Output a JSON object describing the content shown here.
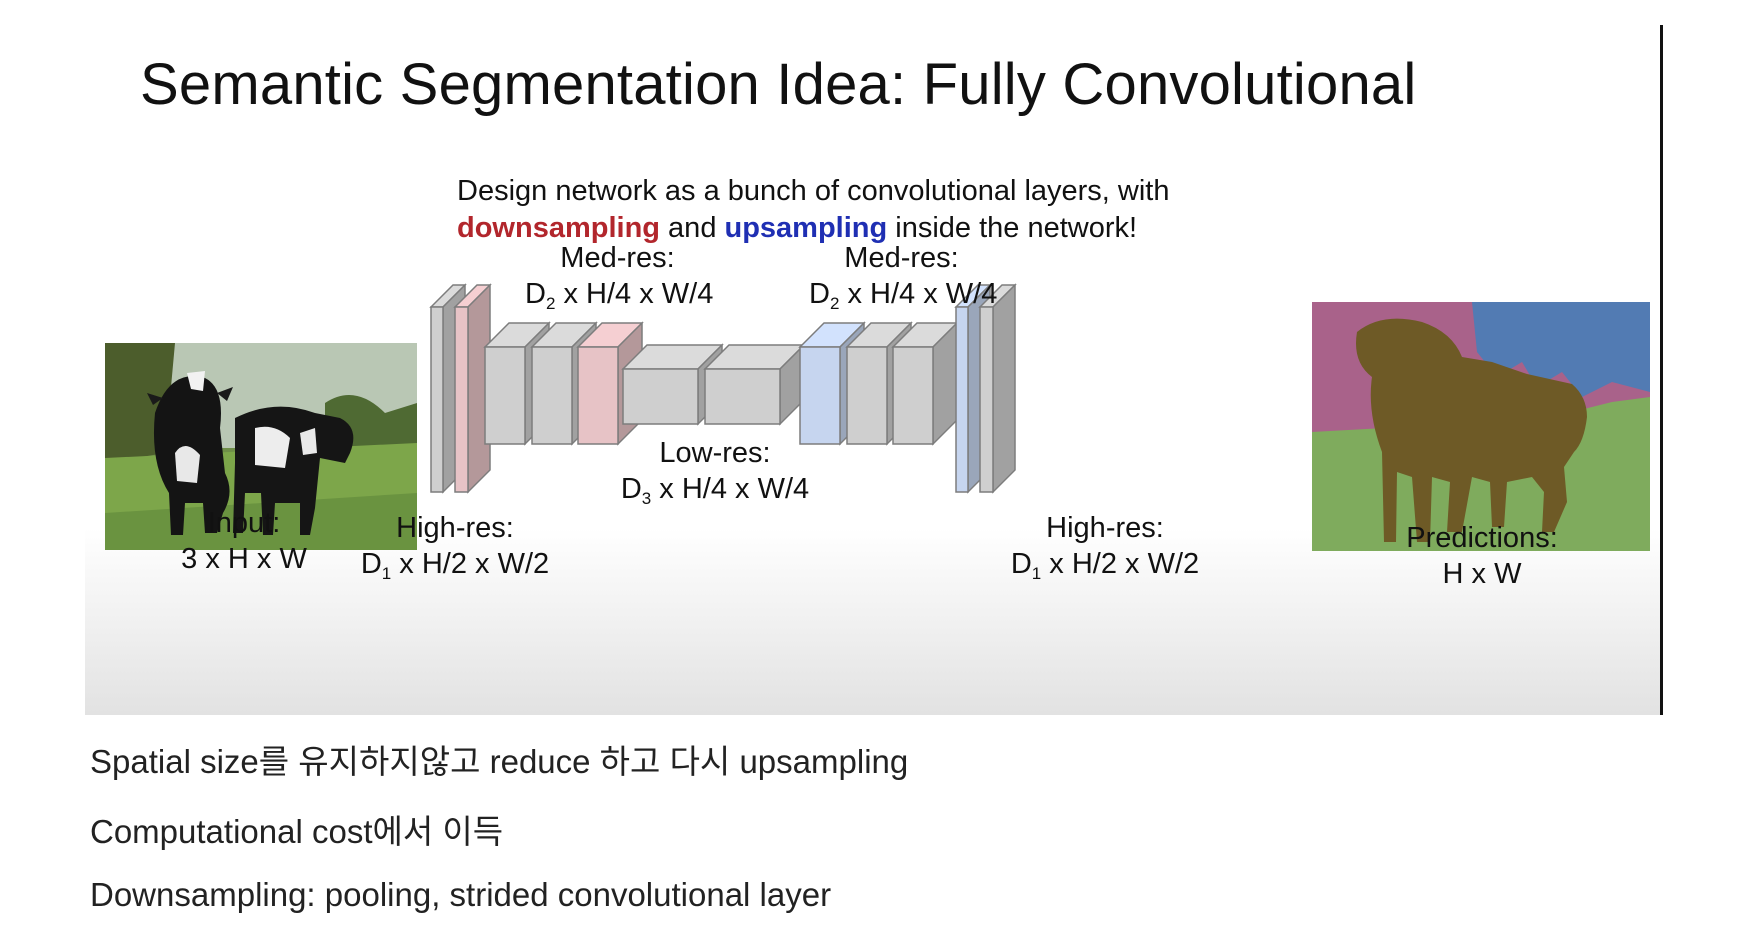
{
  "slide": {
    "title": "Semantic Segmentation Idea: Fully Convolutional",
    "description": {
      "line1": "Design network as a bunch of convolutional layers, with",
      "downsampling": "downsampling",
      "and": " and ",
      "upsampling": "upsampling",
      "rest": " inside the network!"
    },
    "labels": {
      "input": {
        "title": "Input:",
        "dims": "3 x H x W"
      },
      "high_res_left": {
        "title": "High-res:",
        "d": "D",
        "sub": "1",
        "dims": " x H/2 x W/2"
      },
      "med_res_left": {
        "title": "Med-res:",
        "d": "D",
        "sub": "2",
        "dims": " x H/4 x W/4"
      },
      "low_res": {
        "title": "Low-res:",
        "d": "D",
        "sub": "3",
        "dims": " x H/4 x W/4"
      },
      "med_res_right": {
        "title": "Med-res:",
        "d": "D",
        "sub": "2",
        "dims": " x H/4 x W/4"
      },
      "high_res_right": {
        "title": "High-res:",
        "d": "D",
        "sub": "1",
        "dims": " x H/2 x W/2"
      },
      "predictions": {
        "title": "Predictions:",
        "dims": "H x W"
      }
    },
    "colors": {
      "downsampling": "#b2262c",
      "upsampling": "#1f2fb3",
      "layer_gray": "#cfcfcf",
      "layer_red": "#e7c3c6",
      "layer_blue": "#c6d5ef",
      "seg_pink": "#a9628a",
      "seg_blue": "#527bb3",
      "seg_green": "#7fab5d",
      "seg_cow": "#6e5a26"
    }
  },
  "notes": [
    "Spatial size를 유지하지않고 reduce 하고 다시 upsampling",
    "Computational cost에서 이득",
    "Downsampling: pooling, strided convolutional layer"
  ]
}
